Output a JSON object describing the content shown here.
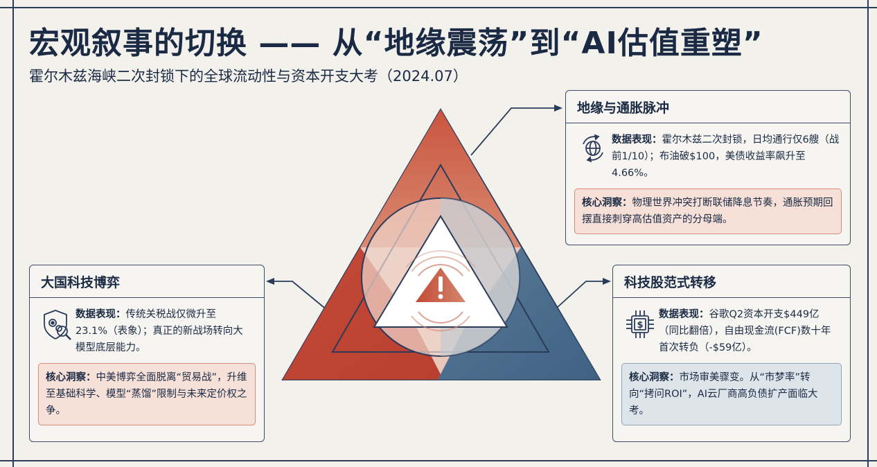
{
  "title": "宏观叙事的切换 —— 从“地缘震荡”到“AI估值重塑”",
  "subtitle": "霍尔木兹海峡二次封锁下的全球流动性与资本开支大考（2024.07）",
  "colors": {
    "red": "#c44a36",
    "blue": "#4d6e8e",
    "navy": "#1b2a44"
  },
  "cards": {
    "top": {
      "heading": "地缘与通胀脉冲",
      "icon": "globe-arrows-icon",
      "data_label": "数据表现：",
      "data_text": "霍尔木兹二次封锁，日均通行仅6艘（战前1/10）；布油破$100，美债收益率飙升至4.66%。",
      "insight_label": "核心洞察：",
      "insight_text": "物理世界冲突打断联储降息节奏，通胀预期回摆直接刺穿高估值资产的分母端。"
    },
    "left": {
      "heading": "大国科技博弈",
      "icon": "shield-gears-icon",
      "data_label": "数据表现：",
      "data_text": "传统关税战仅微升至23.1%（表象）；真正的新战场转向大模型底层能力。",
      "insight_label": "核心洞察：",
      "insight_text": "中美博弈全面脱离“贸易战”，升维至基础科学、模型“蒸馏”限制与未来定价权之争。"
    },
    "right": {
      "heading": "科技股范式转移",
      "icon": "chip-dollar-icon",
      "data_label": "数据表现：",
      "data_text": "谷歌Q2资本开支$449亿（同比翻倍），自由现金流(FCF)数十年首次转负（-$59亿）。",
      "insight_label": "核心洞察：",
      "insight_text": "市场审美骤变。从“市梦率”转向“拷问ROI”，AI云厂商高负债扩产面临大考。"
    }
  },
  "center_icon": "warning-icon"
}
